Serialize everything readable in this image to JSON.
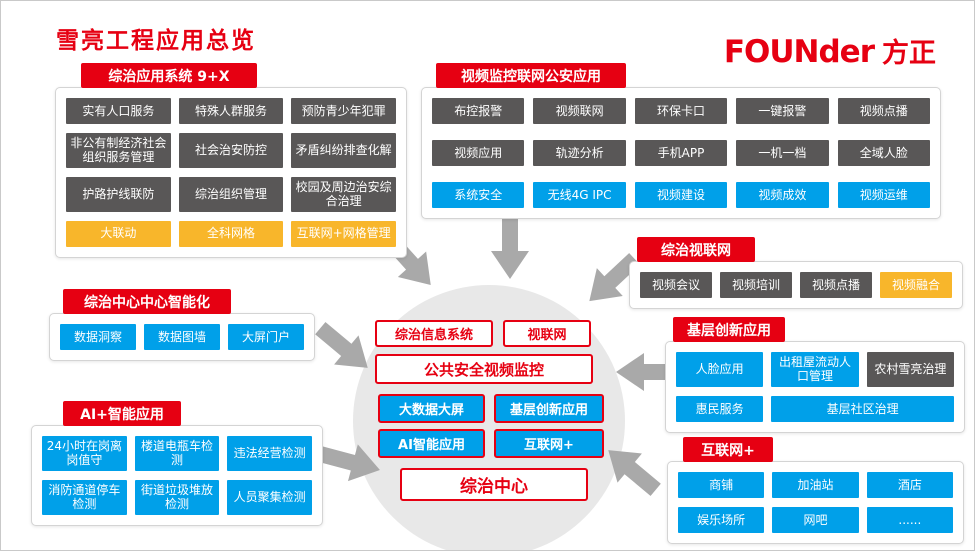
{
  "page": {
    "title": "雪亮工程应用总览"
  },
  "logo": {
    "latin": "FOUNder",
    "cn": "方正"
  },
  "colors": {
    "red": "#e60012",
    "dark": "#595757",
    "blue": "#00a0e9",
    "orange": "#f8b62b"
  },
  "groups": {
    "app9x": {
      "header": "综治应用系统 9+X",
      "items": [
        {
          "label": "实有人口服务",
          "style": "dark"
        },
        {
          "label": "特殊人群服务",
          "style": "dark"
        },
        {
          "label": "预防青少年犯罪",
          "style": "dark"
        },
        {
          "label": "非公有制经济社会组织服务管理",
          "style": "dark"
        },
        {
          "label": "社会治安防控",
          "style": "dark"
        },
        {
          "label": "矛盾纠纷排查化解",
          "style": "dark"
        },
        {
          "label": "护路护线联防",
          "style": "dark"
        },
        {
          "label": "综治组织管理",
          "style": "dark"
        },
        {
          "label": "校园及周边治安综合治理",
          "style": "dark"
        },
        {
          "label": "大联动",
          "style": "orange"
        },
        {
          "label": "全科网格",
          "style": "orange"
        },
        {
          "label": "互联网+网格管理",
          "style": "orange"
        }
      ]
    },
    "video_police": {
      "header": "视频监控联网公安应用",
      "items": [
        {
          "label": "布控报警",
          "style": "dark"
        },
        {
          "label": "视频联网",
          "style": "dark"
        },
        {
          "label": "环保卡口",
          "style": "dark"
        },
        {
          "label": "一键报警",
          "style": "dark"
        },
        {
          "label": "视频点播",
          "style": "dark"
        },
        {
          "label": "视频应用",
          "style": "dark"
        },
        {
          "label": "轨迹分析",
          "style": "dark"
        },
        {
          "label": "手机APP",
          "style": "dark"
        },
        {
          "label": "一机一档",
          "style": "dark"
        },
        {
          "label": "全域人脸",
          "style": "dark"
        },
        {
          "label": "系统安全",
          "style": "blue"
        },
        {
          "label": "无线4G IPC",
          "style": "blue"
        },
        {
          "label": "视频建设",
          "style": "blue"
        },
        {
          "label": "视频成效",
          "style": "blue"
        },
        {
          "label": "视频运维",
          "style": "blue"
        }
      ]
    },
    "video_net": {
      "header": "综治视联网",
      "items": [
        {
          "label": "视频会议",
          "style": "dark"
        },
        {
          "label": "视频培训",
          "style": "dark"
        },
        {
          "label": "视频点播",
          "style": "dark"
        },
        {
          "label": "视频融合",
          "style": "orange"
        }
      ]
    },
    "grassroots": {
      "header": "基层创新应用",
      "items": [
        {
          "label": "人脸应用",
          "style": "blue"
        },
        {
          "label": "出租屋流动人口管理",
          "style": "blue"
        },
        {
          "label": "农村雪亮治理",
          "style": "dark"
        },
        {
          "label": "惠民服务",
          "style": "blue"
        },
        {
          "label": "基层社区治理",
          "style": "blue",
          "span": 2
        }
      ]
    },
    "internet_plus": {
      "header": "互联网+",
      "items": [
        {
          "label": "商铺",
          "style": "blue"
        },
        {
          "label": "加油站",
          "style": "blue"
        },
        {
          "label": "酒店",
          "style": "blue"
        },
        {
          "label": "娱乐场所",
          "style": "blue"
        },
        {
          "label": "网吧",
          "style": "blue"
        },
        {
          "label": "......",
          "style": "blue"
        }
      ]
    },
    "center_smart": {
      "header": "综治中心中心智能化",
      "items": [
        {
          "label": "数据洞察",
          "style": "blue"
        },
        {
          "label": "数据图墙",
          "style": "blue"
        },
        {
          "label": "大屏门户",
          "style": "blue"
        }
      ]
    },
    "ai_apps": {
      "header": "AI+智能应用",
      "items": [
        {
          "label": "24小时在岗离岗值守",
          "style": "blue"
        },
        {
          "label": "楼道电瓶车检测",
          "style": "blue"
        },
        {
          "label": "违法经营检测",
          "style": "blue"
        },
        {
          "label": "消防通道停车检测",
          "style": "blue"
        },
        {
          "label": "街道垃圾堆放检测",
          "style": "blue"
        },
        {
          "label": "人员聚集检测",
          "style": "blue"
        }
      ]
    }
  },
  "center": {
    "info_system": "综治信息系统",
    "video_link": "视联网",
    "public_video": "公共安全视频监控",
    "big_data": "大数据大屏",
    "grassroots": "基层创新应用",
    "ai": "AI智能应用",
    "internet": "互联网+",
    "core": "综治中心"
  }
}
